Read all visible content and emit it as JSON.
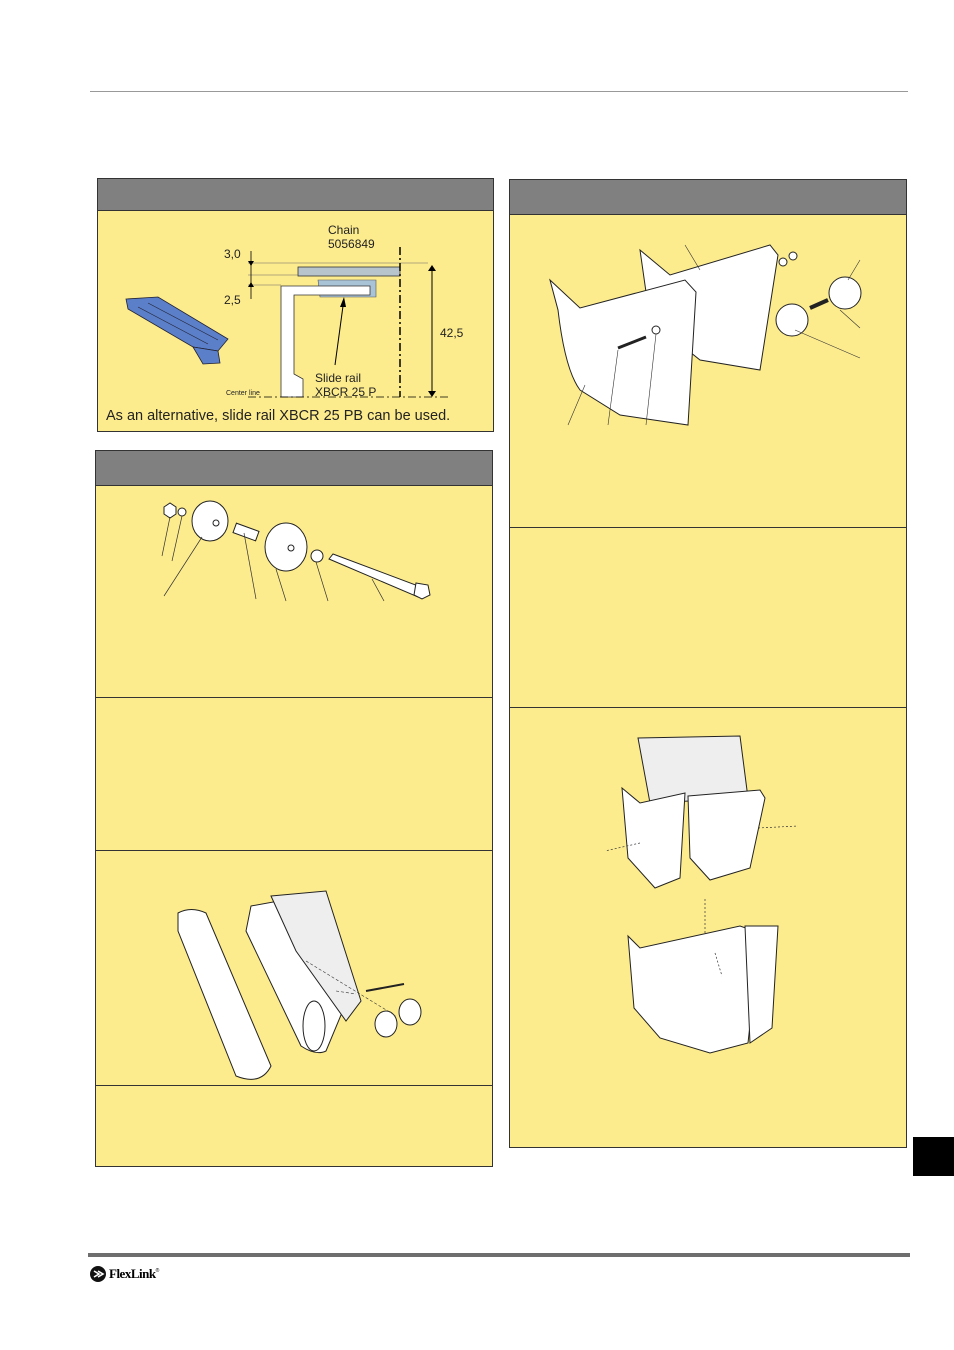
{
  "slide_rail_panel": {
    "chain_label": "Chain",
    "chain_number": "5056849",
    "dim_top": "3,0",
    "dim_gap": "2,5",
    "dim_height": "42,5",
    "center_line": "Center line",
    "slide_rail_label": "Slide rail",
    "slide_rail_part": "XBCR 25 P",
    "note": "As an alternative, slide rail XBCR 25 PB can be used.",
    "chain_color": "#5b7fc9",
    "rail_color": "#a9c3d6"
  },
  "footer": {
    "logo": "FlexLink",
    "logo_mark": "®"
  },
  "colors": {
    "panel_bg": "#fdec8e",
    "panel_header": "#808080",
    "page_tab": "#000000"
  }
}
